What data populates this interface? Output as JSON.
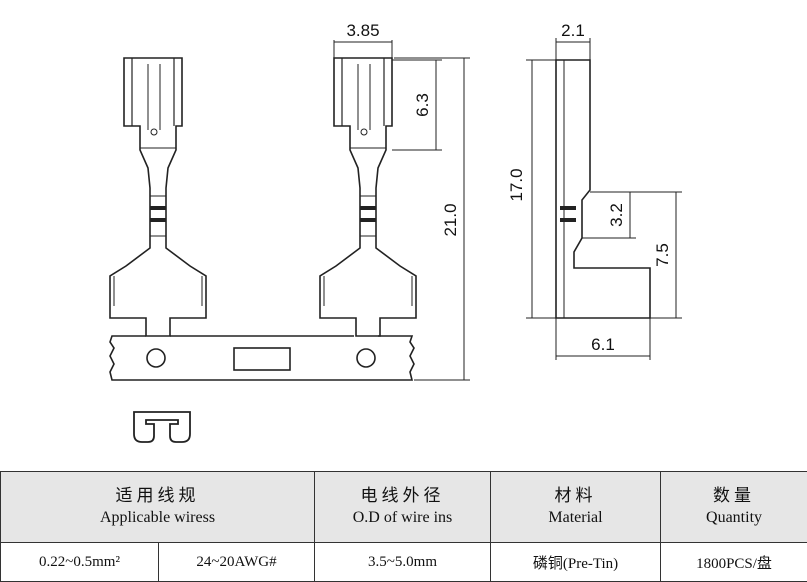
{
  "dimensions": {
    "top_width": "3.85",
    "tab_length": "6.3",
    "total_length": "21.0",
    "side_thickness": "2.1",
    "side_length": "17.0",
    "side_small": "3.2",
    "side_mid": "7.5",
    "side_base": "6.1"
  },
  "table": {
    "headers": [
      {
        "zh": "适用线规",
        "en": "Applicable wiress"
      },
      {
        "zh": "电线外径",
        "en": "O.D of wire ins"
      },
      {
        "zh": "材料",
        "en": "Material"
      },
      {
        "zh": "数量",
        "en": "Quantity"
      }
    ],
    "row": [
      "0.22~0.5mm²",
      "24~20AWG#",
      "3.5~5.0mm",
      "磷铜(Pre-Tin)",
      "1800PCS/盘"
    ]
  }
}
